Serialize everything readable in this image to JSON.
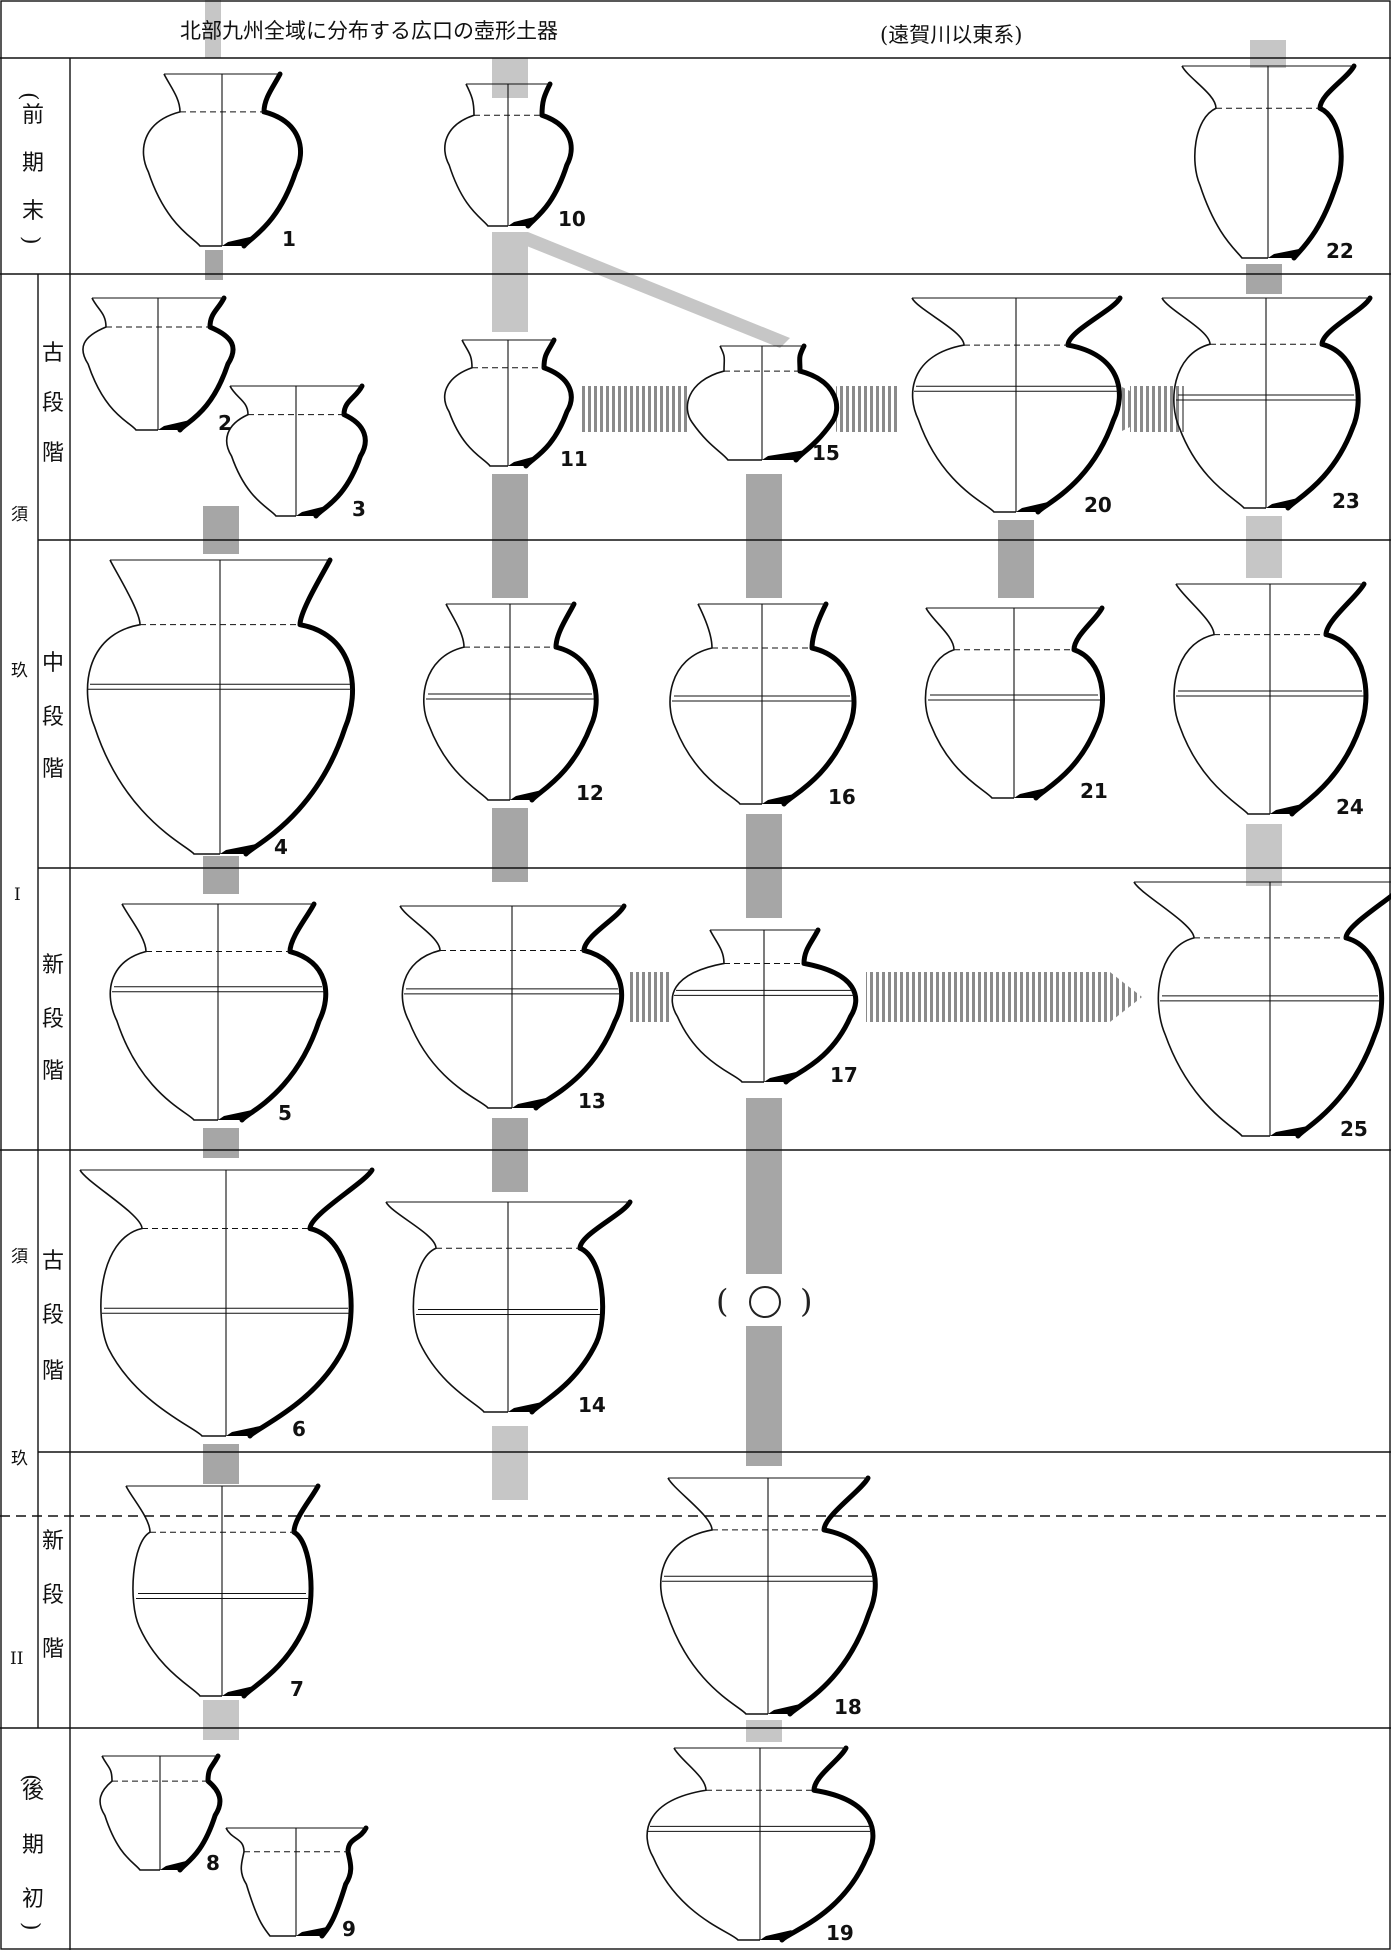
{
  "header": {
    "title": "北部九州全域に分布する広口の壺形土器",
    "subtitle": "(遠賀川以東系)"
  },
  "periods": {
    "early_end": [
      "(",
      "前",
      "期",
      "末",
      ")"
    ],
    "sugu_I": [
      "須",
      "玖",
      "I"
    ],
    "sugu_II": [
      "須",
      "玖",
      "II"
    ],
    "late_start": [
      "(",
      "後",
      "期",
      "初",
      ")"
    ],
    "stage_old": [
      "古",
      "段",
      "階"
    ],
    "stage_mid": [
      "中",
      "段",
      "階"
    ],
    "stage_new": [
      "新",
      "段",
      "階"
    ]
  },
  "vessels": [
    {
      "no": "1"
    },
    {
      "no": "2"
    },
    {
      "no": "3"
    },
    {
      "no": "4"
    },
    {
      "no": "5"
    },
    {
      "no": "6"
    },
    {
      "no": "7"
    },
    {
      "no": "8"
    },
    {
      "no": "9"
    },
    {
      "no": "10"
    },
    {
      "no": "11"
    },
    {
      "no": "12"
    },
    {
      "no": "13"
    },
    {
      "no": "14"
    },
    {
      "no": "15"
    },
    {
      "no": "16"
    },
    {
      "no": "17"
    },
    {
      "no": "18"
    },
    {
      "no": "19"
    },
    {
      "no": "20"
    },
    {
      "no": "21"
    },
    {
      "no": "22"
    },
    {
      "no": "23"
    },
    {
      "no": "24"
    },
    {
      "no": "25"
    }
  ],
  "marks": {
    "placeholder_parens": "(   )",
    "placeholder_circle": "○"
  },
  "colors": {
    "line": "#111111",
    "connector": "#a6a6a6",
    "connector_light": "#c6c6c6"
  }
}
